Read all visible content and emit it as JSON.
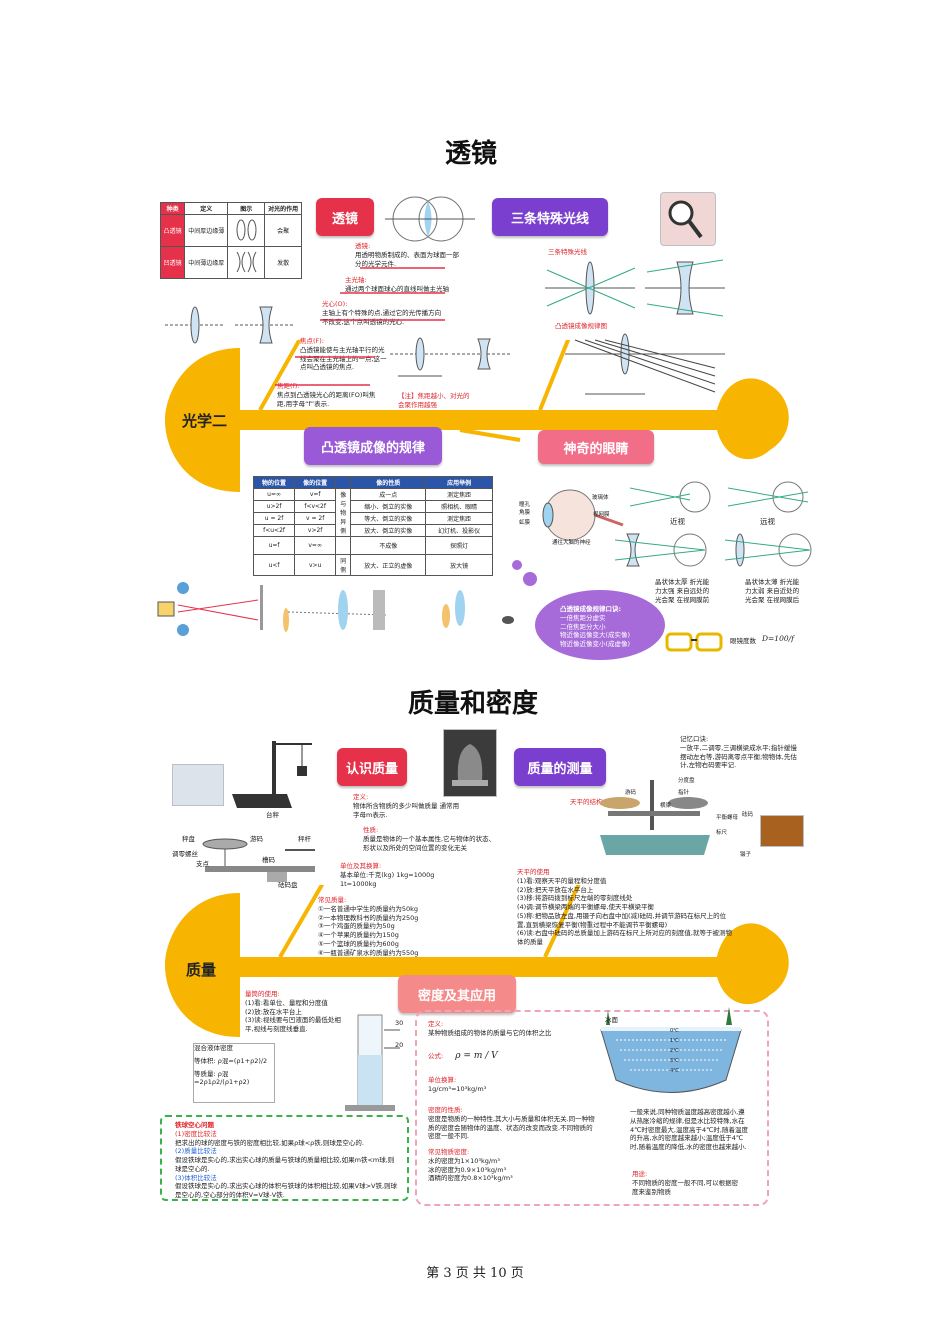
{
  "page": {
    "title_lens": "透镜",
    "title_mass": "质量和密度",
    "footer": "第 3 页 共 10 页"
  },
  "lens": {
    "head_label": "光学二",
    "pill_lens": "透镜",
    "pill_three_rays": "三条特殊光线",
    "pill_imaging": "凸透镜成像的规律",
    "pill_eye": "神奇的眼睛",
    "type_table": {
      "headers": [
        "种类",
        "定义",
        "图示",
        "对光的作用"
      ],
      "rows": [
        [
          "凸透镜",
          "中间厚边缘薄",
          "",
          "会聚"
        ],
        [
          "凹透镜",
          "中间薄边缘厚",
          "",
          "发散"
        ]
      ]
    },
    "lens_def_title": "透镜:",
    "lens_def_text": "用透明物质制成的、表面为球面一部分的光学元件.",
    "axis_title": "主光轴:",
    "axis_text": "通过两个球面球心的直线叫做主光轴",
    "center_title": "光心(O):",
    "center_text": "主轴上有个特殊的点,通过它的光传播方向不改变,这个点叫透镜的光心.",
    "focus_title": "焦点(F):",
    "focus_text": "凸透镜能使与主光轴平行的光线会聚在主光轴上的一点,这一点叫凸透镜的焦点.",
    "focal_title": "焦距(f):",
    "focal_text": "焦点到凸透镜光心的距离(FO)叫焦距,用字母“f”表示.",
    "note_text": "【注】焦距越小、对光的会聚作用越强",
    "three_rays_label": "三条特殊光线",
    "imaging_diagram_label": "凸透镜成像规律图",
    "rule_table": {
      "headers": [
        "物的位置",
        "像的位置",
        "",
        "像的性质",
        "应用举例"
      ],
      "rows": [
        [
          "u=∞",
          "v=f",
          "像与物异侧",
          "成一点",
          "测定焦距"
        ],
        [
          "u>2f",
          "f<v<2f",
          "",
          "缩小、倒立的实像",
          "照相机、眼睛"
        ],
        [
          "u = 2f",
          "v = 2f",
          "",
          "等大、倒立的实像",
          "测定焦距"
        ],
        [
          "f<u<2f",
          "v>2f",
          "",
          "放大、倒立的实像",
          "幻灯机、投影仪"
        ],
        [
          "u=f",
          "v=∞",
          "",
          "不成像",
          "探照灯"
        ],
        [
          "u<f",
          "v>u",
          "同侧",
          "放大、正立的虚像",
          "放大镜"
        ]
      ]
    },
    "eye_labels": {
      "near": "近视",
      "far": "远视",
      "lens_part": "玻璃体",
      "retina": "视网膜",
      "pupil": "瞳孔",
      "cornea": "角膜",
      "iris": "虹膜",
      "nerve": "通往大脑的神经"
    },
    "mnemonic_title": "凸透镜成像规律口诀:",
    "mnemonic_lines": [
      "一倍焦距分虚实",
      "二倍焦距分大小",
      "物近像远像变大(成实像)",
      "物近像近像变小(成虚像)"
    ],
    "near_text": "晶状体太厚 折光能力太强 来自远处的光会聚 在视网膜前",
    "far_text": "晶状体太薄 折光能力太弱 来自近处的光会聚 在视网膜后",
    "glasses_text": "眼镜度数",
    "formula": "D=100/f"
  },
  "mass": {
    "head_label": "质量",
    "pill_know": "认识质量",
    "pill_measure": "质量的测量",
    "pill_density": "密度及其应用",
    "scale_label": "台秤",
    "balance_parts": [
      "秤盘",
      "游码",
      "秤杆",
      "调零螺丝",
      "支点",
      "槽码",
      "砝码盘"
    ],
    "def_title": "定义:",
    "def_text": "物体所含物质的多少叫做质量 通常用字母m表示.",
    "prop_title": "性质:",
    "prop_text": "质量是物体的一个基本属性,它与物体的状态、形状以及所处的空间位置的变化无关",
    "unit_title": "单位及其换算:",
    "unit_text": "基本单位:千克(kg) 1kg=1000g 1t=1000kg",
    "common_title": "常见质量:",
    "common_items": [
      "①一名普通中学生的质量约为50kg",
      "②一本物理教科书的质量约为250g",
      "③一个鸡蛋的质量约为50g",
      "④一个苹果的质量约为150g",
      "⑤一个篮球的质量约为600g",
      "⑥一瓶普通矿泉水的质量约为550g"
    ],
    "mnemonic_title": "记忆口诀:",
    "mnemonic_text": "一放平,二调零,三调横梁成水平;指针缓慢摆动左右等,游码离零点平衡;物物体,先估计,左物右码要牢记.",
    "balance_struct": "天平的结构",
    "balance_part_labels": [
      "分度盘",
      "游码",
      "指针",
      "横梁",
      "平衡螺母",
      "标尺",
      "镊子",
      "砝码"
    ],
    "use_title": "天平的使用",
    "use_items": [
      "(1)看:观察天平的量程和分度值",
      "(2)放:把天平放在水平台上",
      "(3)移:将游码拨到标尺左端的零刻度线处",
      "(4)调:调节横梁两端的平衡螺母,使天平横梁平衡",
      "(5)称:把物品放左盘,用镊子向右盘中加(减)砝码,并调节游码在标尺上的位置,直到横梁恢复平衡(物重过程中不能调节平衡螺母)",
      "(6)读:右盘中砝码的总质量加上游码在标尺上所对应的刻度值,就等于被测物体的质量"
    ],
    "cylinder_title": "量筒的使用:",
    "cylinder_items": [
      "(1)看:看单位、量程和分度值",
      "(2)放:放在水平台上",
      "(3)读:视线要与凹液面的最低处相平,视线与刻度线垂直."
    ],
    "cylinder_marks": [
      "30",
      "20"
    ],
    "mix_title": "混合液体密度",
    "mix_vol": "等体积: ρ混=(ρ1+ρ2)/2",
    "mix_mass": "等质量: ρ混=2ρ1ρ2/(ρ1+ρ2)",
    "density_def_title": "定义:",
    "density_def_text": "某种物质组成的物体的质量与它的体积之比",
    "formula_title": "公式:",
    "formula": "ρ = m / V",
    "density_unit_title": "单位换算:",
    "density_unit_text": "1g/cm³=10³kg/m³",
    "density_prop_title": "密度的性质:",
    "density_prop_text": "密度是物质的一种特性,其大小与质量和体积无关.同一种物质的密度会随物体的温度、状态的改变而改变.不同物质的密度一般不同.",
    "common_density_title": "常见物质密度:",
    "common_density": [
      "水的密度为1×10³kg/m³",
      "冰的密度为0.9×10³kg/m³",
      "酒精的密度为0.8×10³kg/m³"
    ],
    "ice_label": "冰面",
    "temp_labels": [
      "0℃",
      "1℃",
      "2℃",
      "3℃",
      "4℃"
    ],
    "water_text": "一般来说,同种物质温度越高密度越小,遵从热胀冷缩的规律,但是水比较特殊,水在4℃时密度最大,温度高于4℃时,随着温度的升高,水的密度越来越小;温度低于4℃时,随着温度的降低,水的密度也越来越小.",
    "water_highlight": "水在4℃时密度最大",
    "use_density_title": "用途:",
    "use_density_text": "不同物质的密度一般不同,可以根据密度来鉴别物质",
    "hollow_title": "铁球空心问题",
    "hollow_items": [
      "(1)密度比较法",
      "把求出的球的密度与铁的密度相比较,如果ρ球<ρ铁,则球是空心的.",
      "(2)质量比较法",
      "假设铁球是实心的,求出实心球的质量与铁球的质量相比较,如果m铁<m球,则球是空心的.",
      "(3)体积比较法",
      "假设铁球是实心的,求出实心球的体积与铁球的体积相比较,如果V球>V铁,则球是空心的,空心部分的体积V=V球-V铁."
    ]
  },
  "colors": {
    "spine": "#f7b400",
    "red": "#e6314a",
    "purple": "#7b3fcf",
    "pink": "#f26d88",
    "green": "#3cb14a"
  }
}
